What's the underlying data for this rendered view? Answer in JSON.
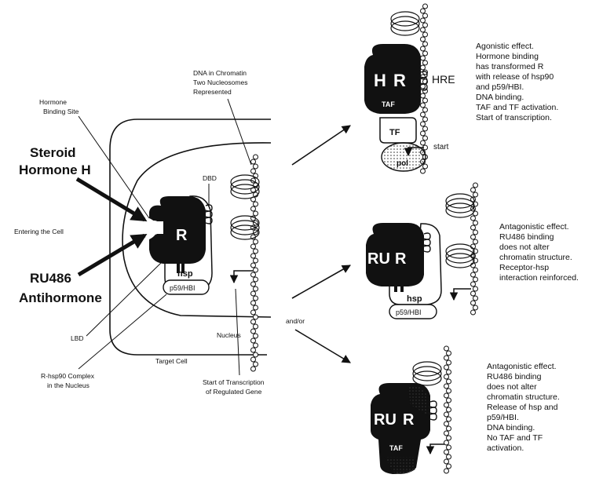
{
  "left": {
    "hormone_binding_site": [
      "Hormone",
      "Binding Site"
    ],
    "steroid_hormone": [
      "Steroid",
      "Hormone  H"
    ],
    "entering_cell": "Entering the Cell",
    "ru486": [
      "RU486",
      "Antihormone"
    ],
    "lbd": "LBD",
    "complex": [
      "R-hsp90 Complex",
      "in the Nucleus"
    ],
    "target_cell": "Target Cell",
    "nucleus": "Nucleus",
    "dna_chromatin": [
      "DNA in Chromatin",
      "Two Nucleosomes",
      "Represented"
    ],
    "start_transcription": [
      "Start of Transcription",
      "of Regulated Gene"
    ],
    "dbd": "DBD",
    "receptor": "R",
    "hsp": "hsp",
    "p59": "p59/HBI",
    "and_or": "and/or"
  },
  "top": {
    "h": "H",
    "r": "R",
    "taf": "TAF",
    "tf": "TF",
    "pol": "pol",
    "hre": "HRE",
    "start": "start",
    "description": [
      "Agonistic  effect.",
      "Hormone binding",
      "has transformed R",
      "with release of hsp90",
      "and p59/HBI.",
      "DNA binding.",
      "TAF and TF activation.",
      "Start of transcription."
    ]
  },
  "middle": {
    "ru": "RU",
    "r": "R",
    "hsp": "hsp",
    "p59": "p59/HBI",
    "description": [
      "Antagonistic effect.",
      "RU486 binding",
      "does not alter",
      "chromatin structure.",
      "Receptor-hsp",
      "interaction reinforced."
    ]
  },
  "bottom": {
    "ru": "RU",
    "r": "R",
    "taf": "TAF",
    "description": [
      "Antagonistic effect.",
      "RU486 binding",
      "does not alter",
      "chromatin structure.",
      "Release of hsp and",
      "p59/HBI.",
      "DNA binding.",
      "No TAF and TF",
      "activation."
    ]
  }
}
